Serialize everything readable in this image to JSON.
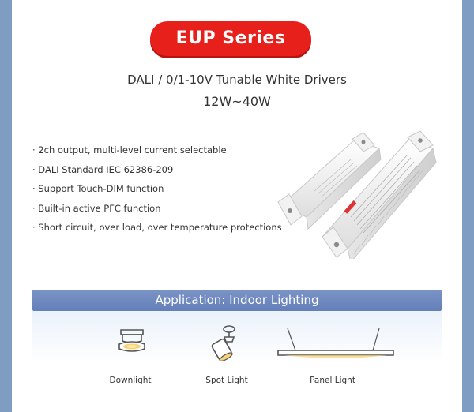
{
  "header": {
    "badge_label": "EUP Series",
    "subtitle_line1": "DALI / 0/1-10V Tunable White Drivers",
    "subtitle_line2": "12W~40W",
    "badge_color": "#e8201c"
  },
  "features": [
    "· 2ch output, multi-level current selectable",
    "· DALI Standard IEC 62386-209",
    "· Support Touch-DIM function",
    "· Built-in active PFC function",
    "· Short circuit, over load, over temperature protections"
  ],
  "product": {
    "icon": "led-driver-image"
  },
  "application": {
    "heading": "Application: Indoor Lighting",
    "band_color": "#6f89bf",
    "items": [
      {
        "label": "Downlight",
        "icon": "downlight-icon"
      },
      {
        "label": "Spot Light",
        "icon": "spotlight-icon"
      },
      {
        "label": "Panel Light",
        "icon": "panel-light-icon"
      }
    ]
  },
  "background_color": "#7f9dc2"
}
